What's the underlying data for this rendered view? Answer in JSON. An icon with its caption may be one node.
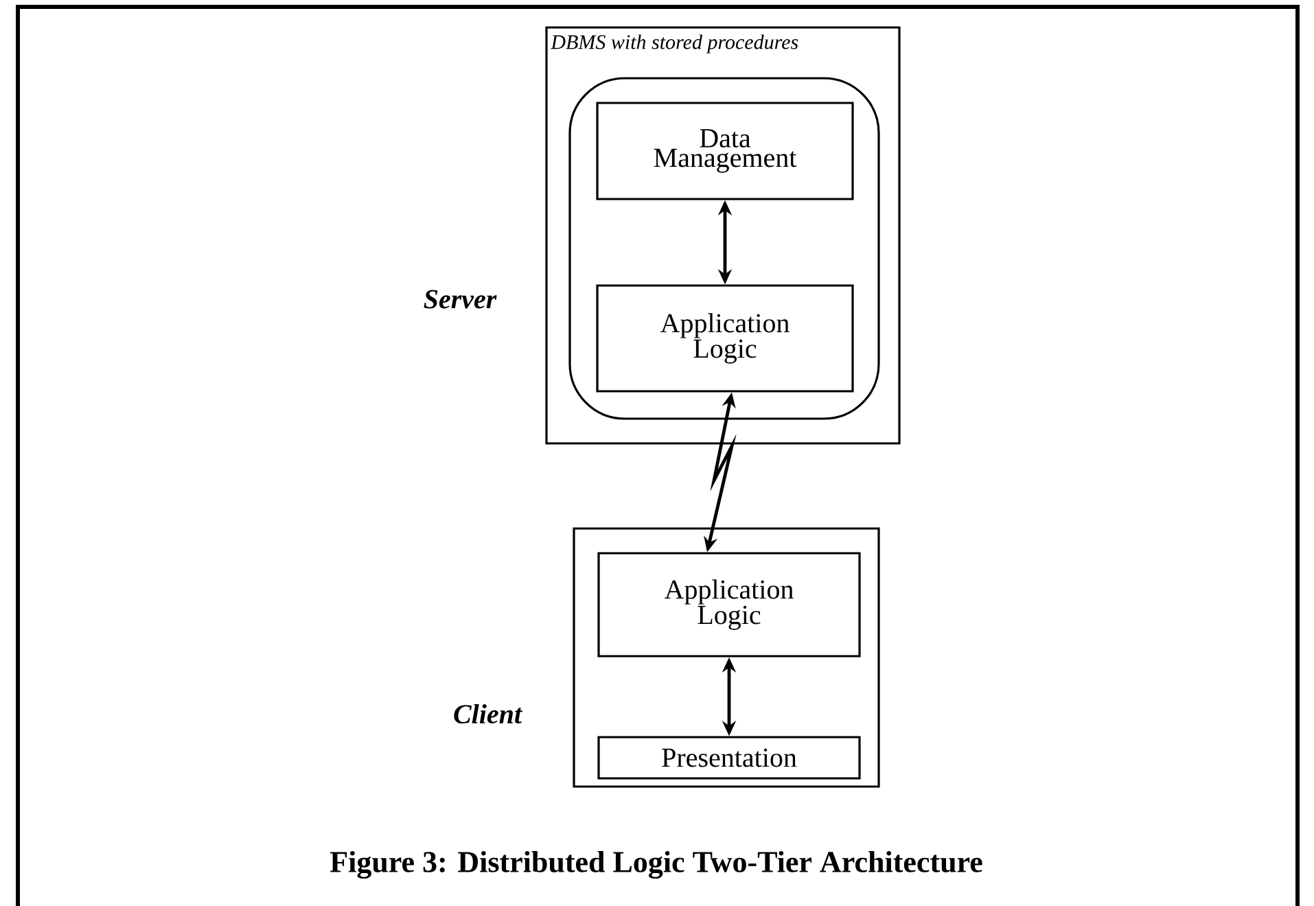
{
  "diagram": {
    "caption": "Figure 3: Distributed Logic Two-Tier Architecture",
    "nodes": [
      {
        "text": [
          "DBMS with stored procedures"
        ],
        "beside": [
          "Server"
        ]
      },
      {
        "text": [],
        "shape": "box",
        "in": 0
      },
      {
        "text": [
          "Data Management"
        ],
        "in": 1
      },
      {
        "text": [
          "Application Logic"
        ],
        "in": 1
      },
      {
        "text": [],
        "shape": "box",
        "beside": [
          "Client"
        ]
      },
      {
        "text": [
          "Application Logic"
        ],
        "in": 4
      },
      {
        "text": [
          "Presentation"
        ],
        "in": 4
      }
    ],
    "edges": [
      {
        "from": 2,
        "to": 3,
        "arrow": "both"
      },
      {
        "from": 3,
        "to": 5,
        "arrow": "both"
      },
      {
        "from": 5,
        "to": 6,
        "arrow": "both"
      }
    ]
  }
}
